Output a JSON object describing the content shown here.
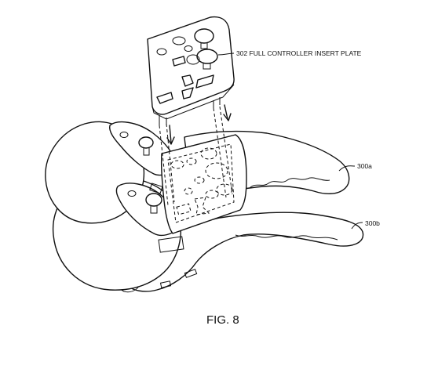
{
  "figure": {
    "caption": "FIG. 8",
    "labels": {
      "plate": "302 FULL CONTROLLER INSERT PLATE",
      "controller_a": "300a",
      "controller_b": "300b"
    }
  }
}
